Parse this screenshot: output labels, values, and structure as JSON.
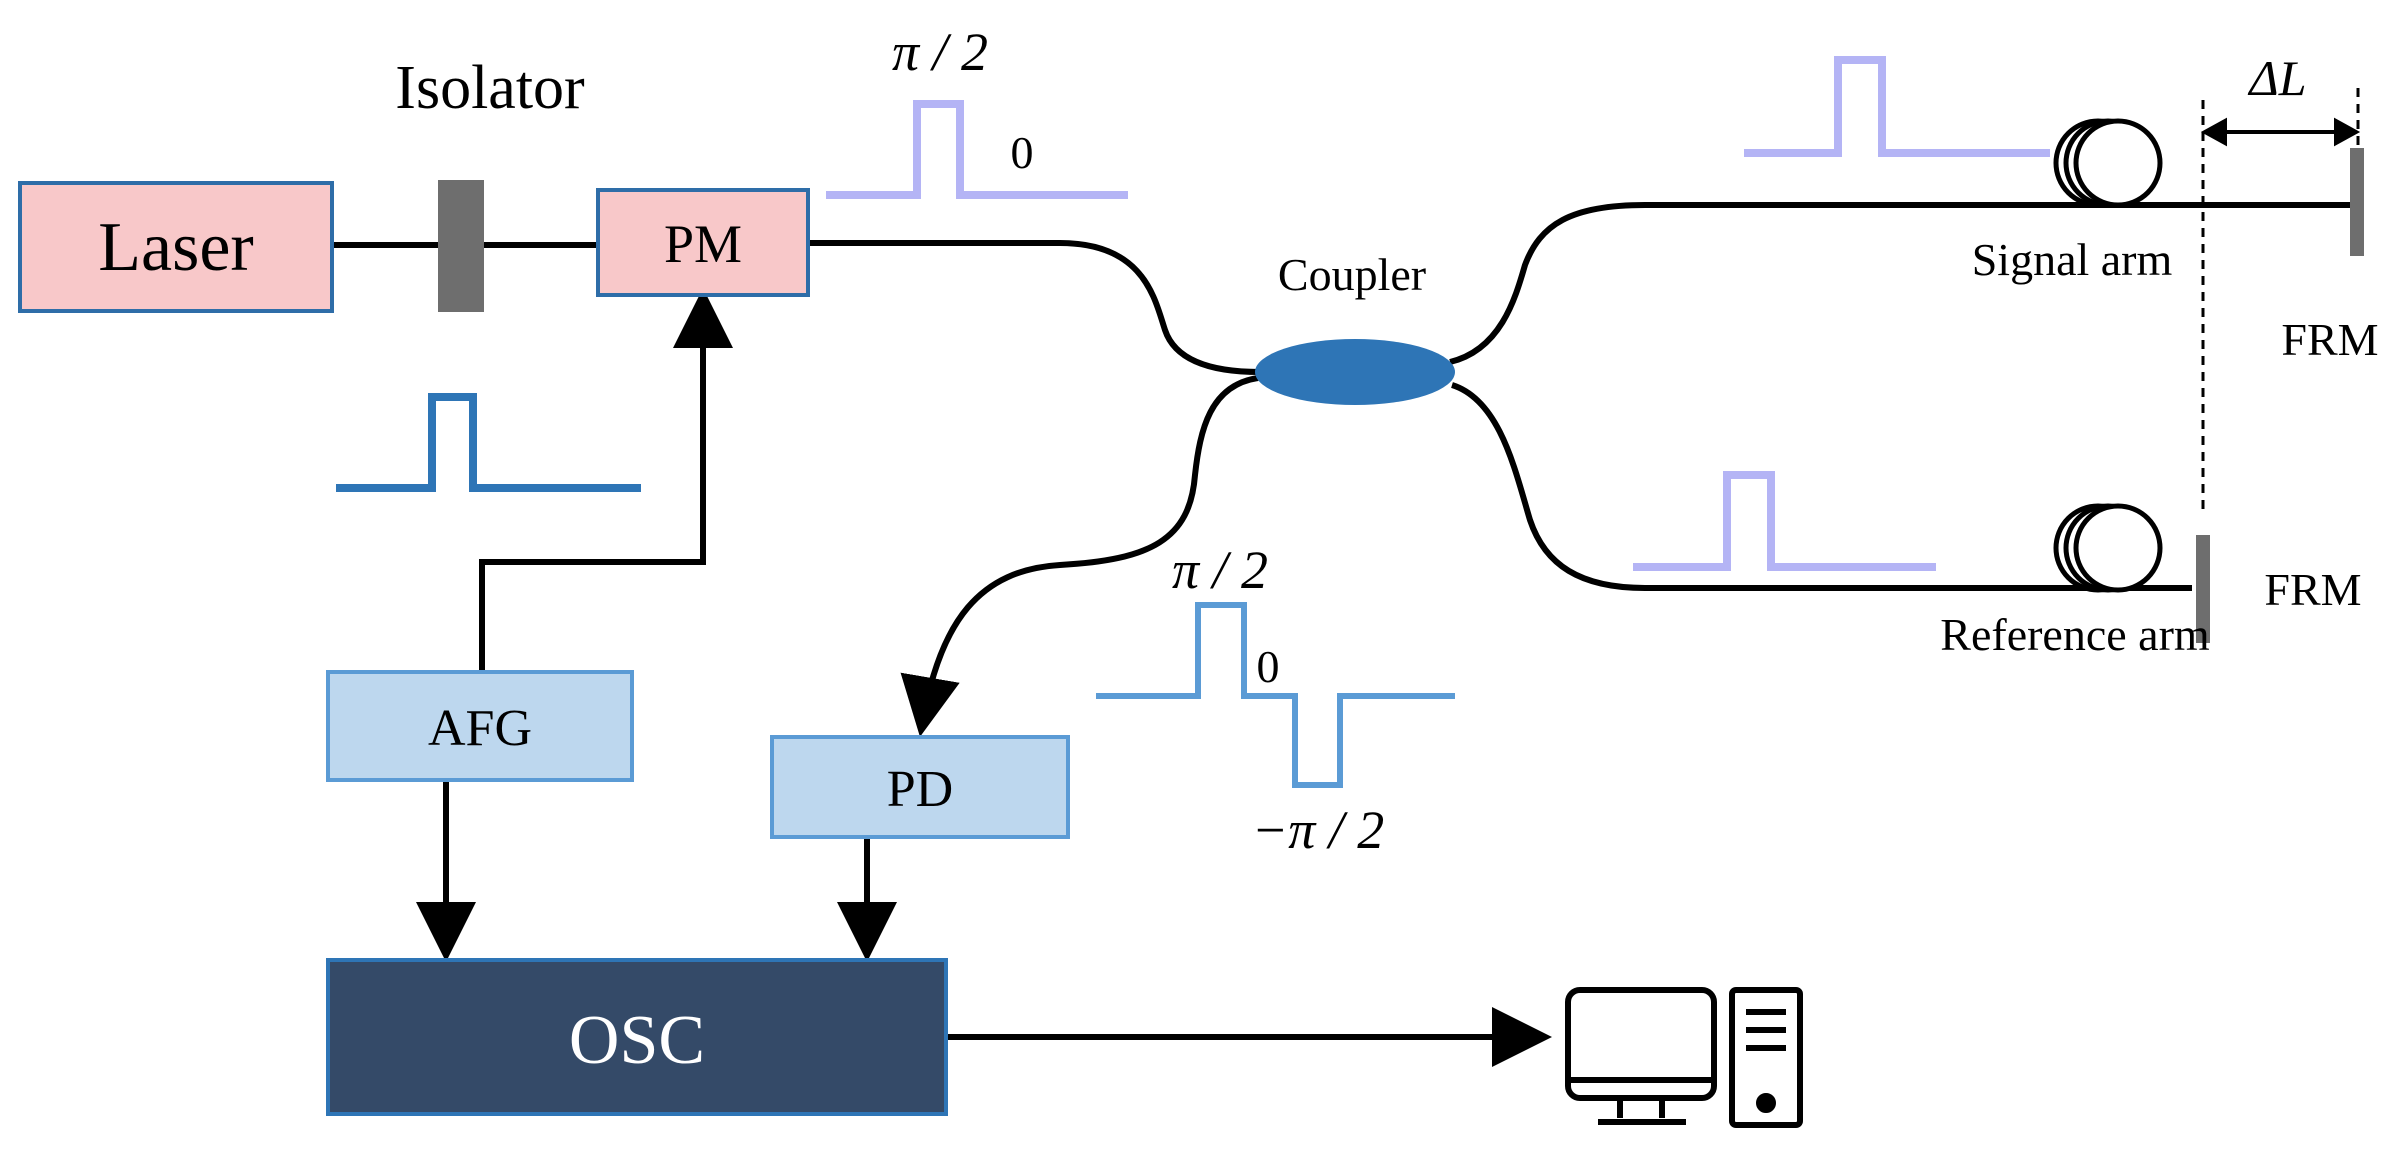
{
  "components": {
    "laser": "Laser",
    "isolator": "Isolator",
    "pm": "PM",
    "coupler": "Coupler",
    "afg": "AFG",
    "pd": "PD",
    "osc": "OSC",
    "signal_arm": "Signal arm",
    "reference_arm": "Reference arm",
    "frm_signal": "FRM",
    "frm_reference": "FRM",
    "delta_l": "ΔL"
  },
  "pulse_labels": {
    "pm_high": "π / 2",
    "pm_low": "0",
    "drive_high": "π / 2",
    "drive_mid": "0",
    "drive_low": "−π / 2"
  },
  "icons": {
    "computer": "computer-icon"
  },
  "colors": {
    "laser_pm_fill": "#F8C8C9",
    "box_border": "#2E6DA8",
    "light_box_fill": "#BDD7EE",
    "light_box_border": "#5B9BD5",
    "osc_fill": "#344A68",
    "coupler_fill": "#2E75B6",
    "pulse_afg": "#2E75B6",
    "pulse_drive": "#5B9BD5",
    "pulse_optical": "#B4B4F5",
    "isolator_fill": "#6E6E6E"
  }
}
